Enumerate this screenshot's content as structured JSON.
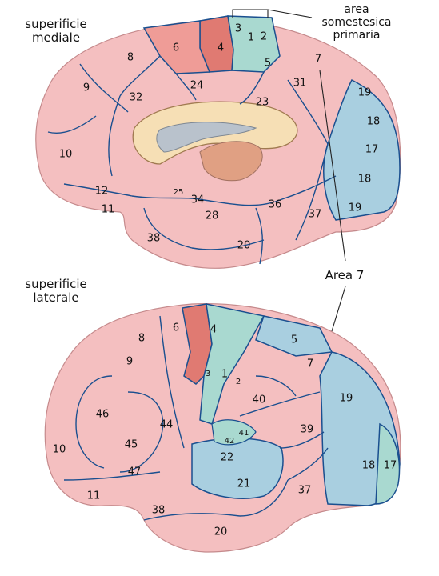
{
  "labels": {
    "medial": "superificie\nmediale",
    "lateral": "superificie\nlaterale",
    "somato": "area\nsomestesica\nprimaria",
    "area7": "Area 7"
  },
  "medial_areas": [
    "3",
    "1",
    "2",
    "4",
    "6",
    "5",
    "8",
    "7",
    "9",
    "32",
    "24",
    "31",
    "23",
    "19",
    "18",
    "17",
    "10",
    "12",
    "11",
    "25",
    "34",
    "28",
    "36",
    "37",
    "38",
    "20"
  ],
  "lateral_areas": [
    "4",
    "6",
    "8",
    "5",
    "7",
    "9",
    "3",
    "1",
    "2",
    "40",
    "46",
    "44",
    "19",
    "39",
    "45",
    "10",
    "41",
    "42",
    "22",
    "47",
    "18",
    "17",
    "21",
    "37",
    "11",
    "38",
    "20"
  ],
  "colors": {
    "pink": "#f4bfc0",
    "motor": "#e07a72",
    "premotor": "#ef9c97",
    "sensory": "#a9d9d0",
    "visual": "#a9cfe0",
    "border": "#1a4f8f"
  }
}
